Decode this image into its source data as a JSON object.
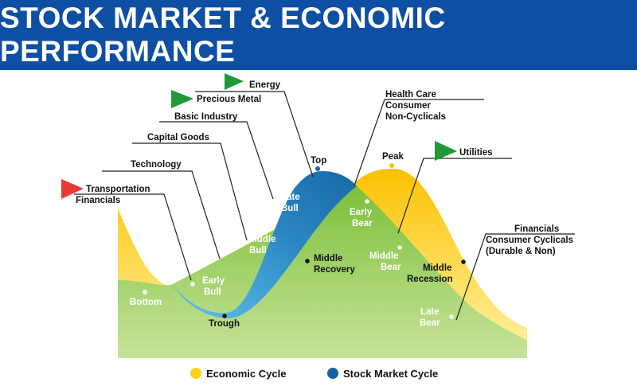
{
  "title": "STOCK MARKET & ECONOMIC PERFORMANCE",
  "colors": {
    "header": "#0c4fa3",
    "economic": "#f7c600",
    "stock": "#1a73b0",
    "green": "#8cc63f",
    "arrow_green": "#1f9a38",
    "arrow_red": "#e83a3a"
  },
  "sectors": {
    "energy": "Energy",
    "precious_metal": "Precious Metal",
    "basic_industry": "Basic Industry",
    "capital_goods": "Capital Goods",
    "technology": "Technology",
    "transportation": "Transportation",
    "financials_left": "Financials",
    "health_care": "Health Care",
    "consumer": "Consumer",
    "non_cyclicals": "Non-Cyclicals",
    "utilities": "Utilities",
    "financials_right": "Financials",
    "consumer_cyclicals": "Consumer Cyclicals",
    "durable_non": "(Durable & Non)"
  },
  "phases": {
    "top": "Top",
    "peak": "Peak",
    "late_bull": [
      "Late",
      "Bull"
    ],
    "early_bear": [
      "Early",
      "Bear"
    ],
    "middle_bull": [
      "Middle",
      "Bull"
    ],
    "early_bull": [
      "Early",
      "Bull"
    ],
    "bottom": "Bottom",
    "trough": "Trough",
    "middle_recovery": [
      "Middle",
      "Recovery"
    ],
    "middle_bear": [
      "Middle",
      "Bear"
    ],
    "middle_recession": [
      "Middle",
      "Recession"
    ],
    "late_bear": [
      "Late",
      "Bear"
    ]
  },
  "legend": {
    "economic": "Economic Cycle",
    "stock": "Stock Market Cycle"
  }
}
